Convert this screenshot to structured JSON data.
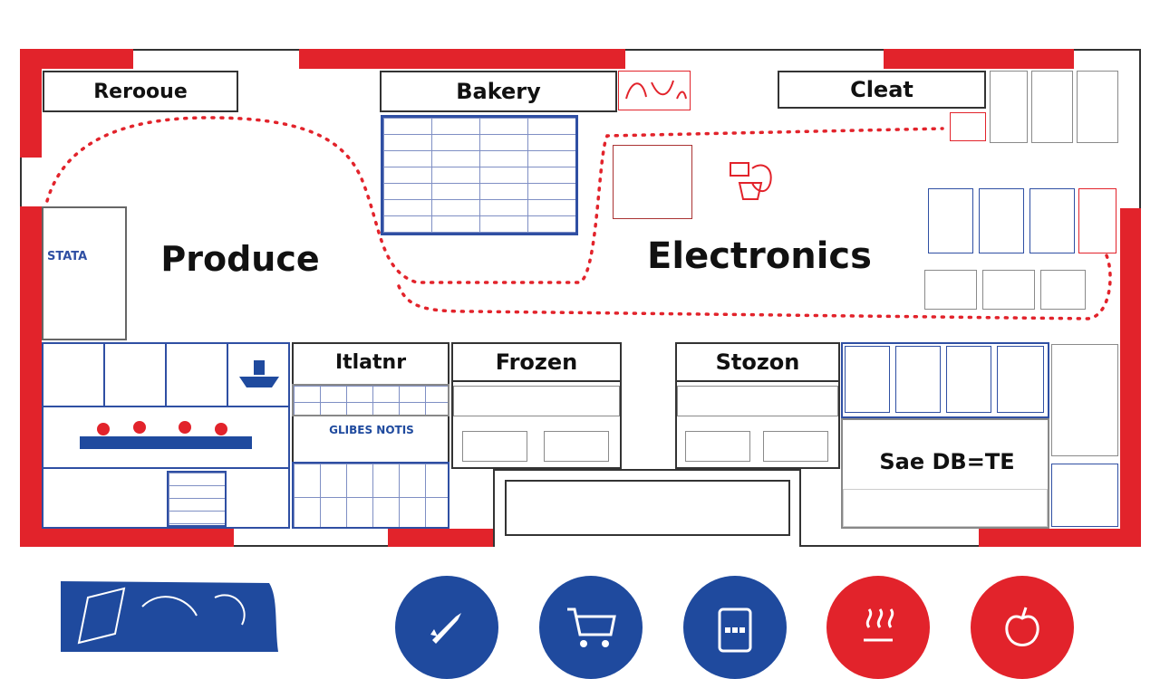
{
  "floor_plan": {
    "zones": {
      "top_left_label": "Rerooue",
      "bakery": "Bakery",
      "top_right_label": "Cleat",
      "produce": "Produce",
      "electronics": "Electronics",
      "middle_label": "Itlatnr",
      "frozen": "Frozen",
      "right_label": "Stozon"
    },
    "sign_text_left": "STATA",
    "sign_text_mid": "GLIBES NOTIS",
    "sign_text_right": "Sae DB=TE"
  },
  "legend_icons": [
    {
      "name": "rocket-icon",
      "color": "#1f4a9e"
    },
    {
      "name": "cart-icon",
      "color": "#1f4a9e"
    },
    {
      "name": "device-icon",
      "color": "#1f4a9e"
    },
    {
      "name": "steam-icon",
      "color": "#e2232b"
    },
    {
      "name": "apple-icon",
      "color": "#e2232b"
    }
  ],
  "colors": {
    "wall_red": "#e2232b",
    "shelf_blue": "#2f4fa3",
    "route_dots": "#e2232b"
  }
}
